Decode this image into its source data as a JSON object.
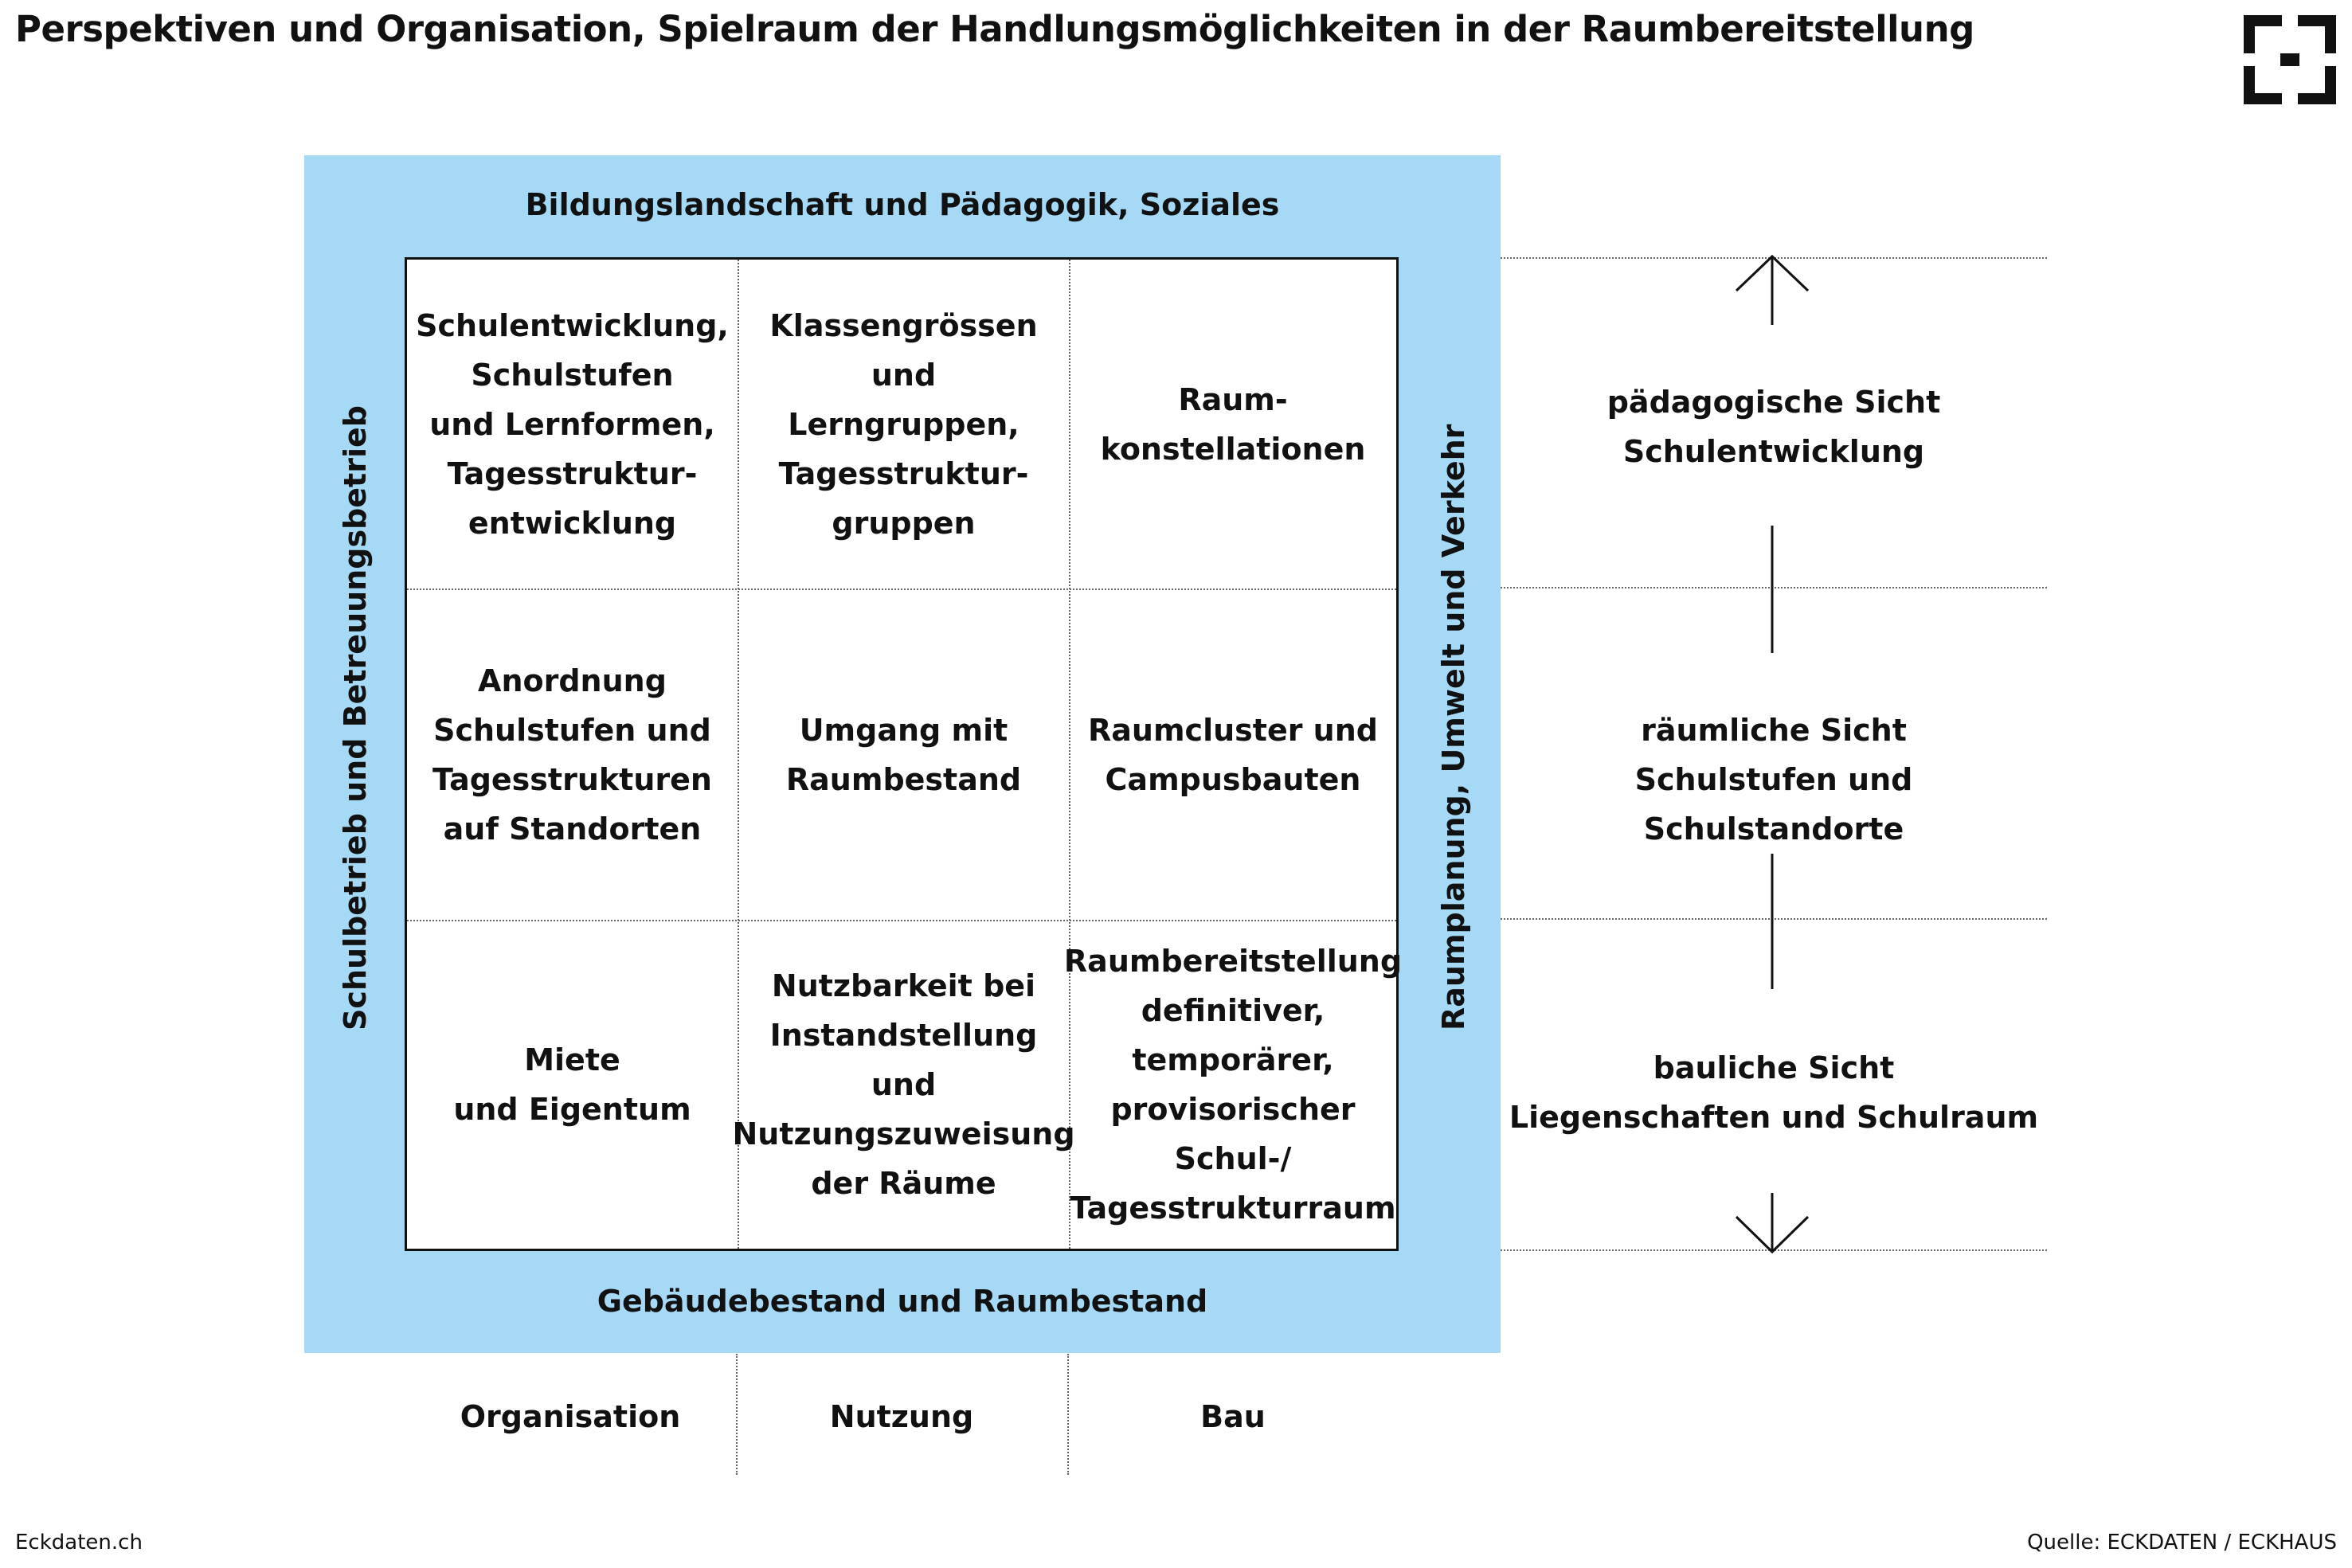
{
  "title": "Perspektiven und Organisation, Spielraum der Handlungsmöglichkeiten in der Raumbereitstellung",
  "frame": {
    "top": "Bildungslandschaft und Pädagogik, Soziales",
    "bottom": "Gebäudebestand und Raumbestand",
    "left": "Schulbetrieb und Betreuungsbetrieb",
    "right": "Raumplanung, Umwelt und Verkehr"
  },
  "cells": [
    [
      "Schulentwicklung,\nSchulstufen\nund Lernformen,\nTagesstruktur-\nentwicklung",
      "Klassengrössen und\nLerngruppen,\nTagesstruktur-\ngruppen",
      "Raum-\nkonstellationen"
    ],
    [
      "Anordnung\nSchulstufen und\nTagesstrukturen\nauf Standorten",
      "Umgang mit\nRaumbestand",
      "Raumcluster und\nCampusbauten"
    ],
    [
      "Miete\nund Eigentum",
      "Nutzbarkeit bei\nInstandstellung\nund\nNutzungszuweisung\nder Räume",
      "Raumbereitstellung\ndefinitiver,\ntemporärer,\nprovisorischer\nSchul-/\nTagesstrukturraum"
    ]
  ],
  "columns": [
    "Organisation",
    "Nutzung",
    "Bau"
  ],
  "views": [
    "pädagogische Sicht\nSchulentwicklung",
    "räumliche Sicht\nSchulstufen und Schulstandorte",
    "bauliche Sicht\nLiegenschaften und Schulraum"
  ],
  "footer": {
    "left": "Eckdaten.ch",
    "right": "Quelle: ECKDATEN / ECKHAUS"
  },
  "colors": {
    "frame_fill": "#a5d9f5",
    "text": "#111111"
  },
  "icons": [
    "eckdaten-logo-icon",
    "arrow-up-icon",
    "arrow-down-icon"
  ]
}
